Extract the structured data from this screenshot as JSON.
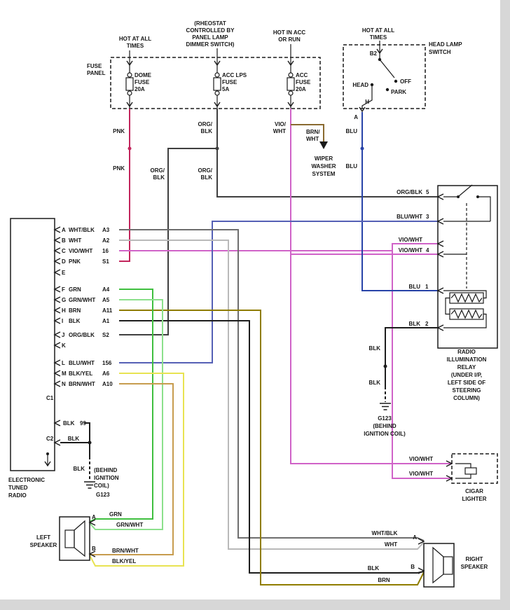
{
  "colors": {
    "pnk": "#c2255c",
    "org_blk": "#3f3f3f",
    "vio_wht": "#d063c8",
    "brn_stub": "#8a6a30",
    "blu": "#2843a8",
    "blu_wht": "#5560b5",
    "grn": "#3fbf3f",
    "grn_wht": "#8ce08c",
    "brn": "#8f7c00",
    "blk": "#1d1d1d",
    "blk_yel": "#e8e352",
    "wht": "#b9b9b9",
    "wht_blk": "#6e6e6e",
    "brn_wht": "#c79c4e"
  },
  "top": {
    "hot1": [
      "HOT AT ALL",
      "TIMES"
    ],
    "rheostat": [
      "(RHEOSTAT",
      "CONTROLLED BY",
      "PANEL LAMP",
      "DIMMER SWITCH)"
    ],
    "hot_acc": [
      "HOT IN ACC",
      "OR RUN"
    ],
    "hot2": [
      "HOT AT ALL",
      "TIMES"
    ],
    "headlamp": [
      "HEAD LAMP",
      "SWITCH"
    ]
  },
  "fuse_panel": {
    "label": [
      "FUSE",
      "PANEL"
    ],
    "fuses": [
      {
        "name": [
          "DOME",
          "FUSE",
          "20A"
        ]
      },
      {
        "name": [
          "ACC LPS",
          "FUSE",
          "5A"
        ]
      },
      {
        "name": [
          "ACC",
          "FUSE",
          "20A"
        ]
      }
    ]
  },
  "headlamp_switch": {
    "b2": "B2",
    "head": "HEAD",
    "off": "OFF",
    "park": "PARK",
    "h": "H",
    "a": "A"
  },
  "wire_labels": {
    "pnk1": "PNK",
    "pnk2": "PNK",
    "org1": [
      "ORG/",
      "BLK"
    ],
    "org2": [
      "ORG/",
      "BLK"
    ],
    "org3": [
      "ORG/",
      "BLK"
    ],
    "vio1": [
      "VIO/",
      "WHT"
    ],
    "brn1": [
      "BRN/",
      "WHT"
    ],
    "blu1": "BLU",
    "blu2": "BLU"
  },
  "wiper": [
    "WIPER",
    "WASHER",
    "SYSTEM"
  ],
  "relay": {
    "pins": [
      {
        "label": "ORG/BLK",
        "pin": "5"
      },
      {
        "label": "BLU/WHT",
        "pin": "3"
      },
      {
        "label": "VIO/WHT",
        "pin": ""
      },
      {
        "label": "VIO/WHT",
        "pin": "4"
      },
      {
        "label": "BLU",
        "pin": "1"
      },
      {
        "label": "BLK",
        "pin": "2"
      }
    ],
    "caption": [
      "RADIO",
      "ILLUMINATION",
      "RELAY",
      "(UNDER I/P,",
      "LEFT SIDE OF",
      "STEERING",
      "COLUMN)"
    ]
  },
  "ground_right": {
    "blk1": "BLK",
    "blk2": "BLK",
    "caption": [
      "G123",
      "(BEHIND",
      "IGNITION COIL)"
    ]
  },
  "radio": {
    "pins": [
      {
        "letter": "A",
        "wire": "WHT/BLK",
        "code": "A3"
      },
      {
        "letter": "B",
        "wire": "WHT",
        "code": "A2"
      },
      {
        "letter": "C",
        "wire": "VIO/WHT",
        "code": "16"
      },
      {
        "letter": "D",
        "wire": "PNK",
        "code": "S1"
      },
      {
        "letter": "E",
        "wire": "",
        "code": ""
      },
      {
        "letter": "F",
        "wire": "GRN",
        "code": "A4"
      },
      {
        "letter": "G",
        "wire": "GRN/WHT",
        "code": "A5"
      },
      {
        "letter": "H",
        "wire": "BRN",
        "code": "A11"
      },
      {
        "letter": "I",
        "wire": "BLK",
        "code": "A1"
      },
      {
        "letter": "J",
        "wire": "ORG/BLK",
        "code": "S2"
      },
      {
        "letter": "K",
        "wire": "",
        "code": ""
      },
      {
        "letter": "L",
        "wire": "BLU/WHT",
        "code": "156"
      },
      {
        "letter": "M",
        "wire": "BLK/YEL",
        "code": "A6"
      },
      {
        "letter": "N",
        "wire": "BRN/WHT",
        "code": "A10"
      }
    ],
    "c1": "C1",
    "c2": "C2",
    "blk99": {
      "wire": "BLK",
      "code": "99"
    },
    "caption": [
      "ELECTRONIC",
      "TUNED",
      "RADIO"
    ]
  },
  "ground_left": {
    "blk1": "BLK",
    "blk2": "BLK",
    "behind": [
      "(BEHIND",
      "IGNITION",
      "COIL)"
    ],
    "g123": "G123"
  },
  "left_speaker": {
    "caption": [
      "LEFT",
      "SPEAKER"
    ],
    "a": "A",
    "b": "B",
    "wires": {
      "grn": "GRN",
      "grnwht": "GRN/WHT",
      "brnwht": "BRN/WHT",
      "blkyel": "BLK/YEL"
    }
  },
  "right_speaker": {
    "caption": [
      "RIGHT",
      "SPEAKER"
    ],
    "a": "A",
    "b": "B",
    "wires": {
      "whtblk": "WHT/BLK",
      "wht": "WHT",
      "blk": "BLK",
      "brn": "BRN"
    }
  },
  "cigar": {
    "caption": [
      "CIGAR",
      "LIGHTER"
    ],
    "wires": {
      "vio1": "VIO/WHT",
      "vio2": "VIO/WHT"
    }
  }
}
